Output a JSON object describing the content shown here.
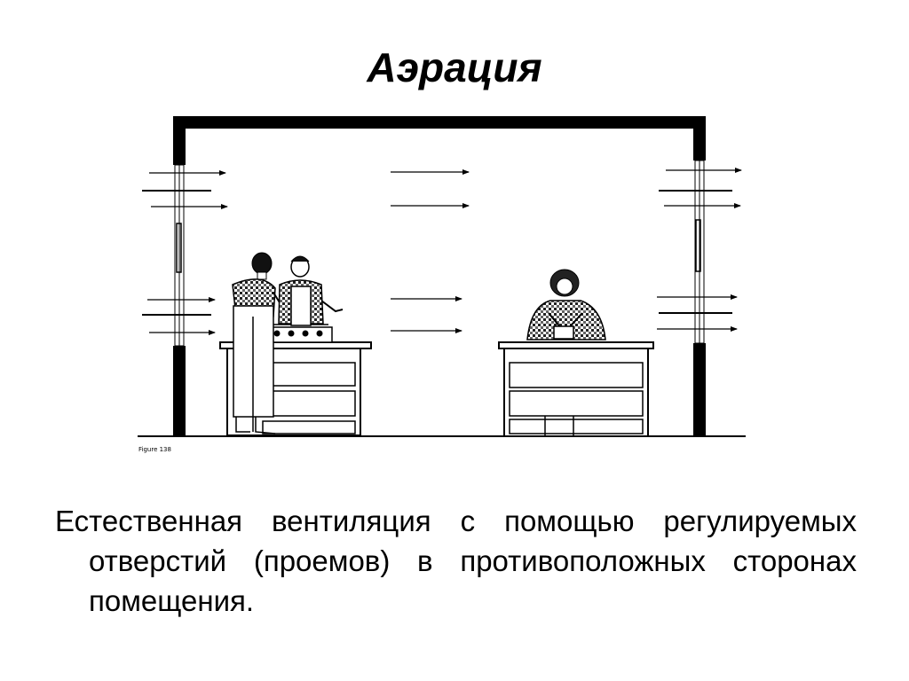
{
  "slide": {
    "title": "Аэрация",
    "body": "Естественная вентиляция с помощью регулируемых отверстий (проемов) в противоположных сторонах помещения."
  },
  "figure": {
    "caption": "Figure 138"
  },
  "colors": {
    "ink": "#000000",
    "paper": "#ffffff",
    "shirt_fill": "#555555"
  }
}
